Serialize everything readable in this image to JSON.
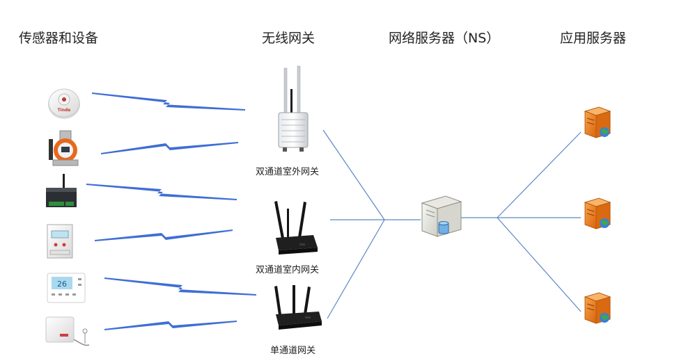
{
  "headings": {
    "sensors": "传感器和设备",
    "wireless_gateway": "无线网关",
    "network_server": "网络服务器（NS）",
    "app_server": "应用服务器"
  },
  "gateways": [
    {
      "label": "双通道室外网关"
    },
    {
      "label": "双通道室内网关"
    },
    {
      "label": "单通道网关"
    }
  ],
  "devices": [
    {
      "icon": "smoke-detector-icon",
      "brand": "Tinde"
    },
    {
      "icon": "gas-detector-icon"
    },
    {
      "icon": "dtu-module-icon"
    },
    {
      "icon": "din-rail-meter-icon"
    },
    {
      "icon": "thermostat-panel-icon",
      "display": "26"
    },
    {
      "icon": "temperature-sensor-icon"
    }
  ],
  "colors": {
    "wireless_link": "#3f6ed4",
    "wired_link": "#5b86c4",
    "server_orange": "#f07f1a",
    "globe_green": "#3ea84b",
    "globe_blue": "#3b7fd8"
  }
}
